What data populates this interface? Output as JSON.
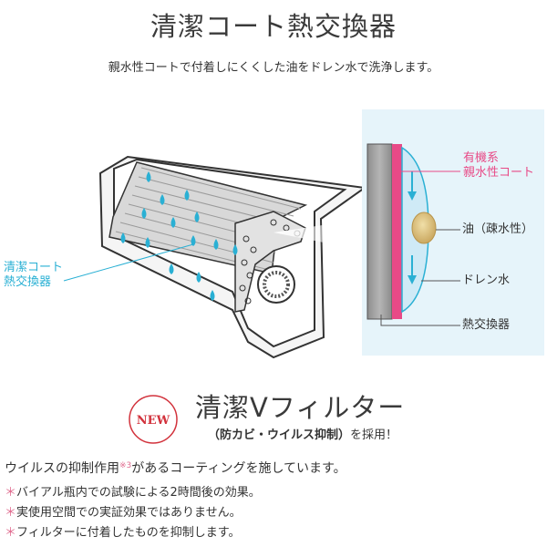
{
  "section1": {
    "title": "清潔コート熱交換器",
    "subtitle": "親水性コートで付着しにくくした油をドレン水で洗浄します。"
  },
  "diagram": {
    "label_coat": [
      "清潔コート",
      "熱交換器"
    ],
    "label_organic": [
      "有機系",
      "親水性コート"
    ],
    "label_oil": "油（疎水性）",
    "label_drain": "ドレン水",
    "label_hex": "熱交換器"
  },
  "section2": {
    "badge": "NEW",
    "title": "清潔Vフィルター",
    "subtitle_bold": "（防カビ・ウイルス抑制）",
    "subtitle_rest": "を採用！",
    "desc_before": "ウイルスの抑制作用",
    "desc_sup": "※3",
    "desc_after": "があるコーティングを施しています。"
  },
  "notes": [
    {
      "mark": "＊",
      "text": "バイアル瓶内での試験による2時間後の効果。"
    },
    {
      "mark": "＊",
      "text": "実使用空間での実証効果ではありません。"
    },
    {
      "mark": "＊",
      "text": "フィルターに付着したものを抑制します。"
    }
  ],
  "colors": {
    "accent_blue": "#2ab0d4",
    "accent_pink": "#e84a87",
    "badge_red": "#d2323c",
    "panel_bg": "#e6f4fa"
  }
}
